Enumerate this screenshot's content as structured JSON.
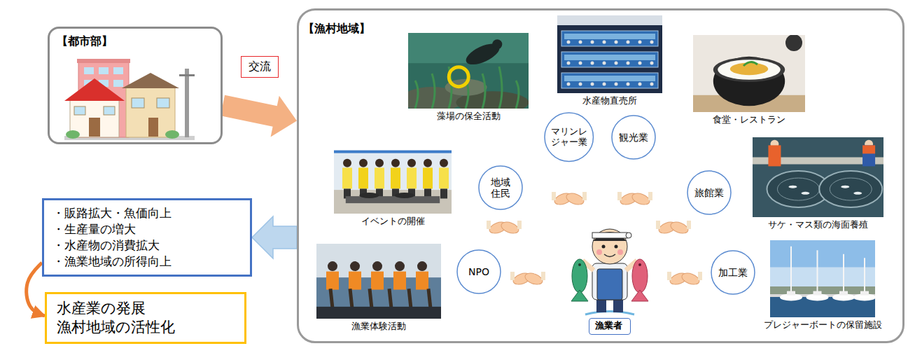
{
  "diagram": {
    "nodes": [
      {
        "text": [
          "【都市部】"
        ]
      },
      {
        "text": [
          "【漁村地域】"
        ]
      },
      {
        "text": [
          "藻場の保全活動"
        ],
        "in": 1
      },
      {
        "text": [
          "水産物直売所"
        ],
        "in": 1
      },
      {
        "text": [
          "食堂・レストラン"
        ],
        "in": 1
      },
      {
        "text": [
          "マリンレジャー業"
        ],
        "in": 1
      },
      {
        "text": [
          "観光業"
        ],
        "in": 1
      },
      {
        "text": [
          "イベントの開催"
        ],
        "in": 1
      },
      {
        "text": [
          "地域住民"
        ],
        "in": 1
      },
      {
        "text": [
          "旅館業"
        ],
        "in": 1
      },
      {
        "text": [
          "サケ・マス類の海面養殖"
        ],
        "in": 1
      },
      {
        "text": [
          "NPO"
        ],
        "in": 1
      },
      {
        "text": [
          "加工業"
        ],
        "in": 1
      },
      {
        "text": [
          "漁業体験活動"
        ],
        "in": 1
      },
      {
        "text": [
          "漁業者"
        ],
        "in": 1
      },
      {
        "text": [
          "プレジャーボートの保留施設"
        ],
        "in": 1
      },
      {
        "text": [
          "・販路拡大・魚価向上",
          "・生産量の増大",
          "・水産物の消費拡大",
          "・漁業地域の所得向上"
        ]
      },
      {
        "text": [
          "水産業の発展",
          "漁村地域の活性化"
        ]
      }
    ],
    "edges": [
      {
        "from": 0,
        "to": 1,
        "label": "交流",
        "arrow": "to"
      },
      {
        "from": 1,
        "to": 16,
        "arrow": "to"
      },
      {
        "from": 16,
        "to": 17,
        "arrow": "to"
      }
    ]
  }
}
